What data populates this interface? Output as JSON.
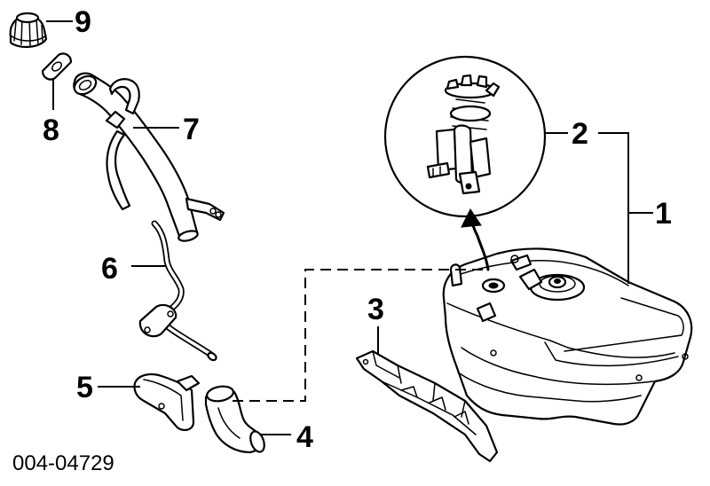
{
  "diagram_code": "004-04729",
  "callouts": {
    "c1": "1",
    "c2": "2",
    "c3": "3",
    "c4": "4",
    "c5": "5",
    "c6": "6",
    "c7": "7",
    "c8": "8",
    "c9": "9"
  }
}
